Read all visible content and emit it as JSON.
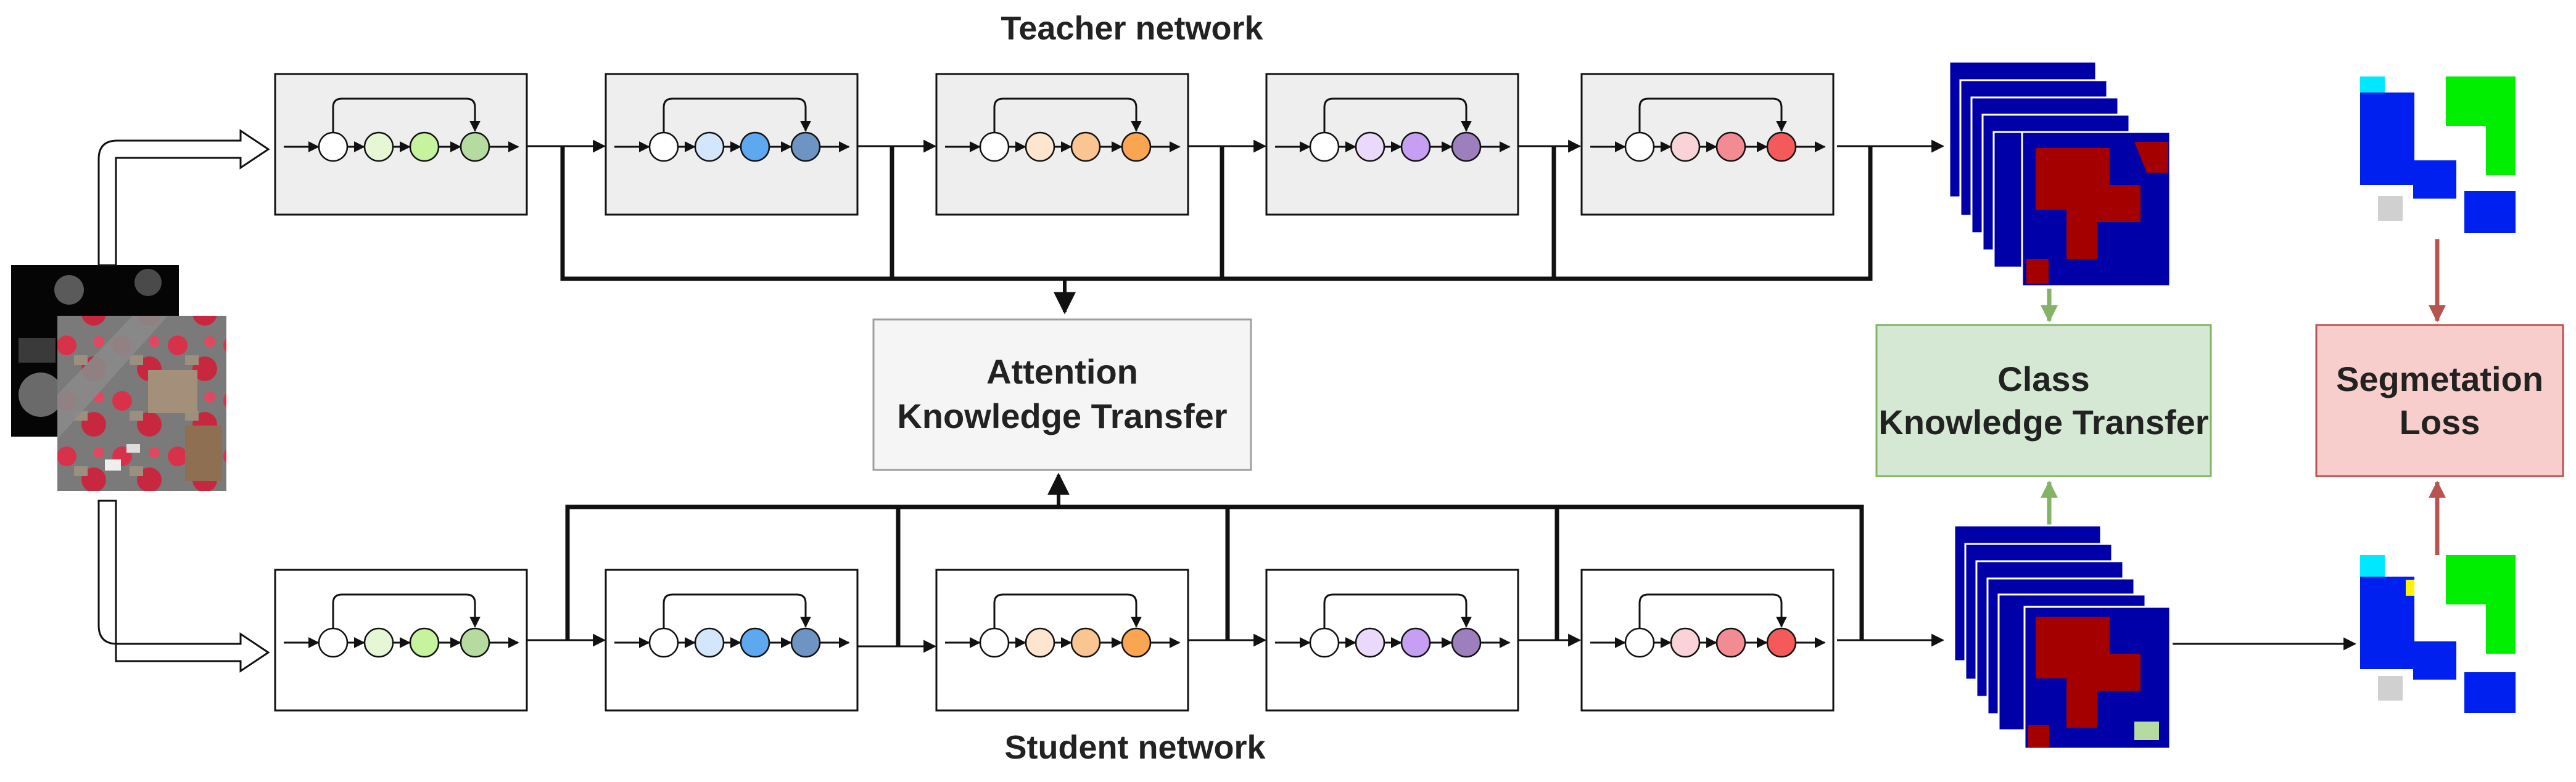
{
  "titles": {
    "teacher": "Teacher network",
    "student": "Student network"
  },
  "transfer_boxes": {
    "attention": {
      "line1": "Attention",
      "line2": "Knowledge Transfer",
      "fill": "#f5f5f5",
      "stroke": "#9e9e9e"
    },
    "class": {
      "line1": "Class",
      "line2": "Knowledge Transfer",
      "fill": "#d5e8d4",
      "stroke": "#82b366"
    },
    "loss": {
      "line1": "Segmetation",
      "line2": "Loss",
      "fill": "#f8cecc",
      "stroke": "#b85450"
    }
  },
  "block_palettes": [
    {
      "name": "green",
      "colors": [
        "#ffffff",
        "#e6f7d6",
        "#c7f29e",
        "#b5dba0"
      ]
    },
    {
      "name": "blue",
      "colors": [
        "#ffffff",
        "#d3e6fb",
        "#5ea8ef",
        "#6e94c4"
      ]
    },
    {
      "name": "orange",
      "colors": [
        "#ffffff",
        "#fde5cf",
        "#fbc592",
        "#f9a552"
      ]
    },
    {
      "name": "purple",
      "colors": [
        "#ffffff",
        "#ead9fb",
        "#c69ef2",
        "#9e7fbd"
      ]
    },
    {
      "name": "red",
      "colors": [
        "#ffffff",
        "#f9d3d6",
        "#f28b92",
        "#f55a5a"
      ]
    }
  ],
  "colors": {
    "teacher_block_fill": "#eeeeee",
    "student_block_fill": "#ffffff",
    "class_arrow": "#82b366",
    "loss_arrow": "#b85450",
    "seg_blue": "#0000a8",
    "seg_red": "#a40000",
    "label_blue": "#0020f0",
    "label_green": "#00ee00"
  }
}
